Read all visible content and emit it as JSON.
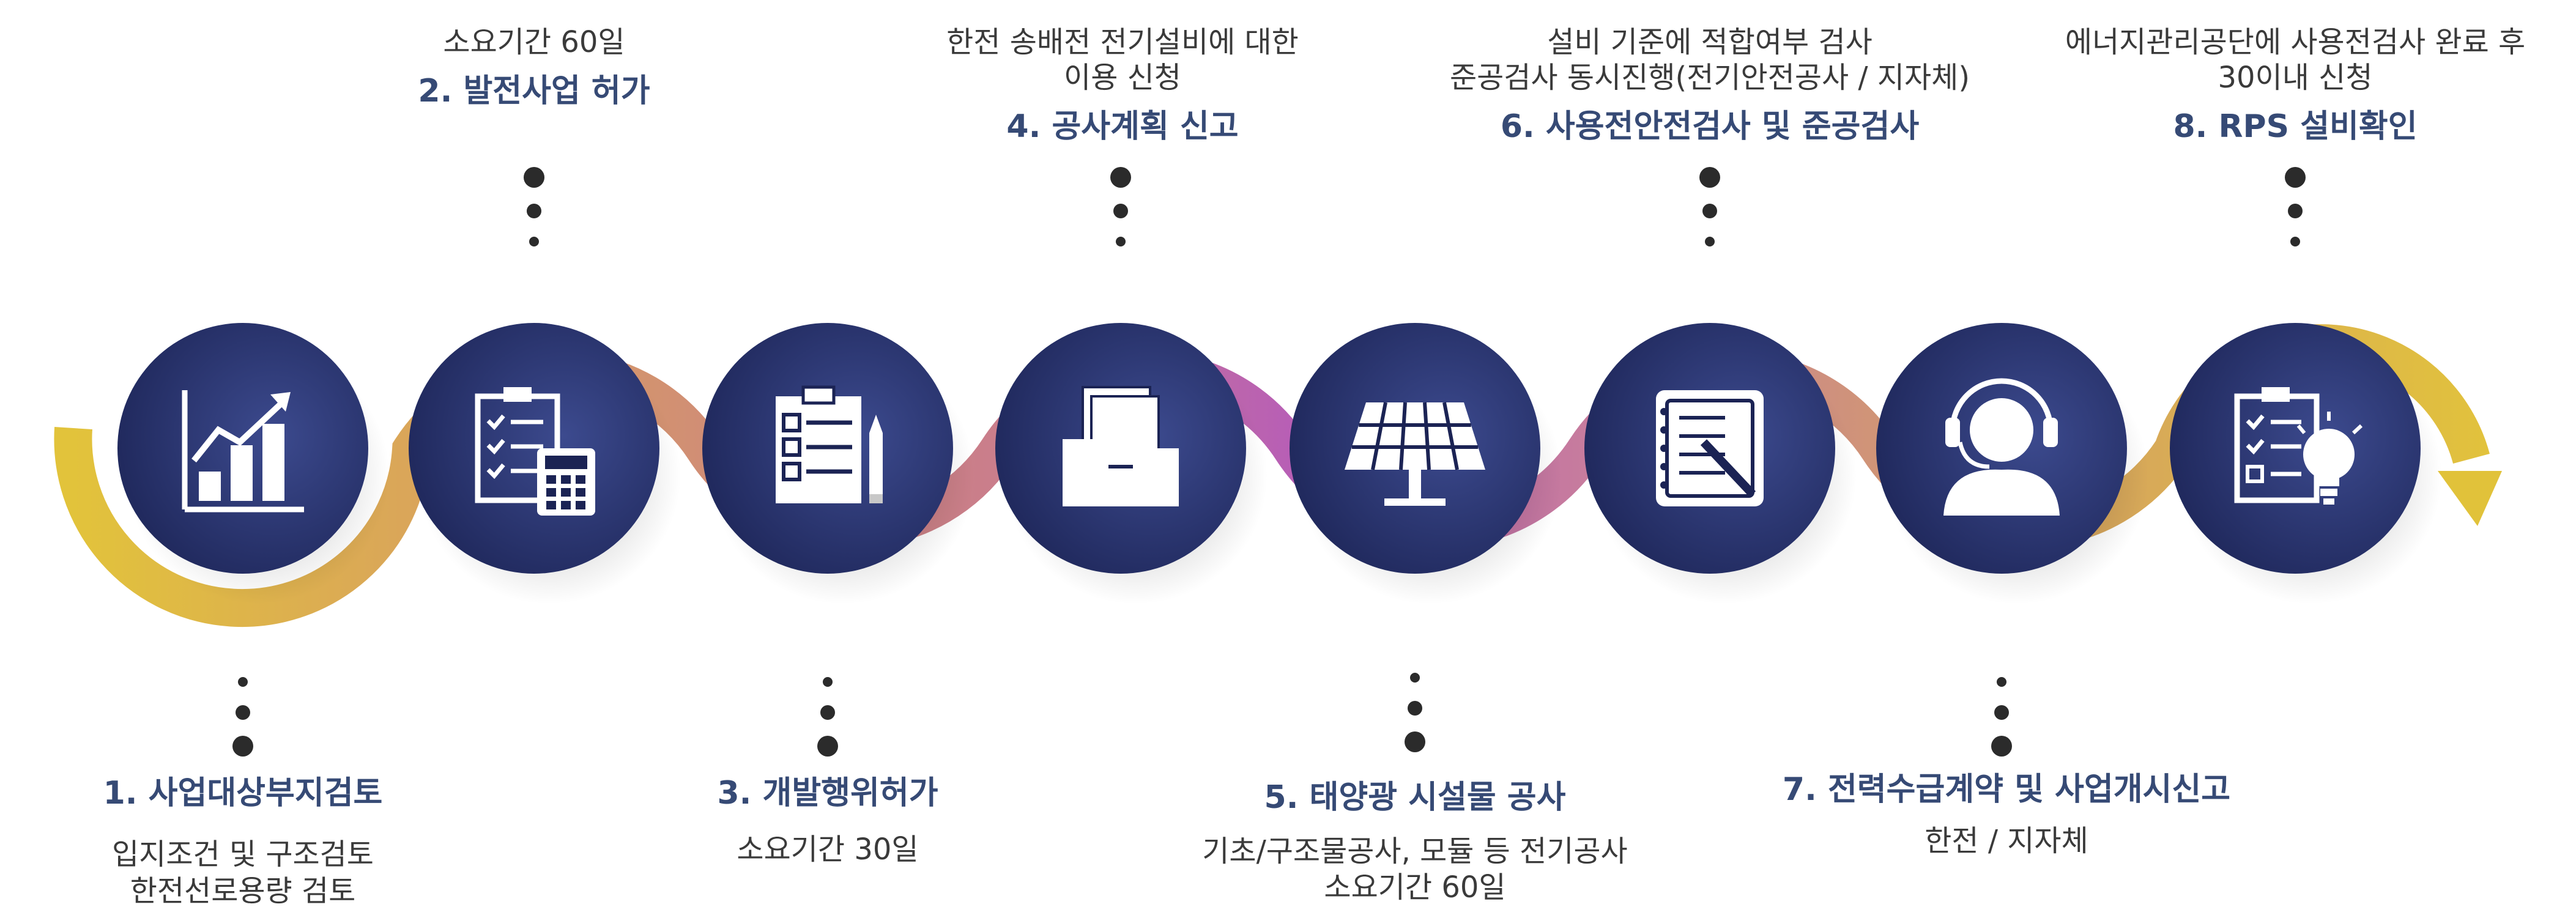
{
  "steps": [
    {
      "num": "1",
      "title": "1. 사업대상부지검토",
      "desc": [
        "입지조건 및 구조검토",
        "한전선로용량 검토"
      ],
      "icon": "growth-chart-icon"
    },
    {
      "num": "2",
      "title": "2. 발전사업 허가",
      "desc": [
        "소요기간 60일"
      ],
      "icon": "checklist-calculator-icon"
    },
    {
      "num": "3",
      "title": "3. 개발행위허가",
      "desc": [
        "소요기간 30일"
      ],
      "icon": "clipboard-pencil-icon"
    },
    {
      "num": "4",
      "title": "4. 공사계획 신고",
      "desc": [
        "한전 송배전 전기설비에 대한",
        "이용 신청"
      ],
      "icon": "document-folder-icon"
    },
    {
      "num": "5",
      "title": "5. 태양광 시설물 공사",
      "desc": [
        "기초/구조물공사, 모듈 등 전기공사",
        "소요기간 60일"
      ],
      "icon": "solar-panel-icon"
    },
    {
      "num": "6",
      "title": "6. 사용전안전검사 및 준공검사",
      "desc": [
        "설비 기준에 적합여부 검사",
        "준공검사 동시진행(전기안전공사 / 지자체)"
      ],
      "icon": "notepad-pen-icon"
    },
    {
      "num": "7",
      "title": "7. 전력수급계약 및 사업개시신고",
      "desc": [
        "한전 / 지자체"
      ],
      "icon": "headset-operator-icon"
    },
    {
      "num": "8",
      "title": "8. RPS 설비확인",
      "desc": [
        "에너지관리공단에 사용전검사 완료 후",
        "30이내 신청"
      ],
      "icon": "checklist-lightbulb-icon"
    }
  ],
  "colors": {
    "circle_dark": "#1b2354",
    "circle_light": "#3c4a8e",
    "ribbon": [
      "#e2c33b",
      "#d9a35c",
      "#cf8a7a",
      "#c97b8f",
      "#b85fb5",
      "#c9809a",
      "#d4a063",
      "#e2c33b"
    ],
    "title_text": "#364a75",
    "desc_text": "#3a3a3a"
  }
}
